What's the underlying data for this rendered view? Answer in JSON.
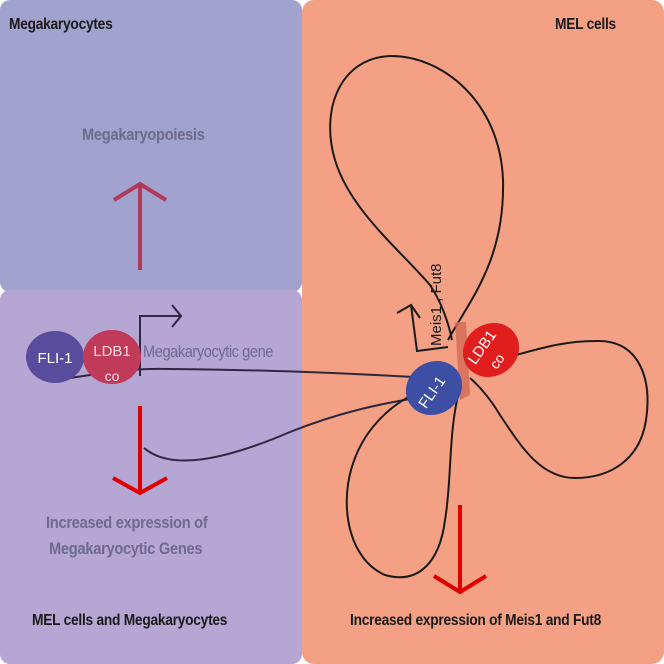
{
  "panels": {
    "megakaryocytes": {
      "title": "Megakaryocytes",
      "process_label": "Megakaryopoiesis",
      "color": "#a2a2ce"
    },
    "mel_and_megakaryocytes": {
      "title": "MEL cells and Megakaryocytes",
      "gene_label": "Megakaryocytic gene",
      "outcome_line1": "Increased expression of",
      "outcome_line2": "Megakaryocytic Genes",
      "color": "#b5a6d3"
    },
    "mel_cells": {
      "title": "MEL cells",
      "gene_label": "Meis1 , Fut8",
      "outcome": "Increased expression of Meis1 and Fut8",
      "color": "#f4a084"
    }
  },
  "proteins": {
    "fli1": {
      "label": "FLI-1",
      "color_left": "#5a4c9c",
      "color_right": "#3c4fa4"
    },
    "ldb1": {
      "label_line1": "LDB1",
      "label_line2": "co",
      "color_left": "#c23a5a",
      "color_right": "#e01e1e"
    }
  },
  "arrows": {
    "up_color": "#b03a5c",
    "down_color": "#e00000"
  }
}
